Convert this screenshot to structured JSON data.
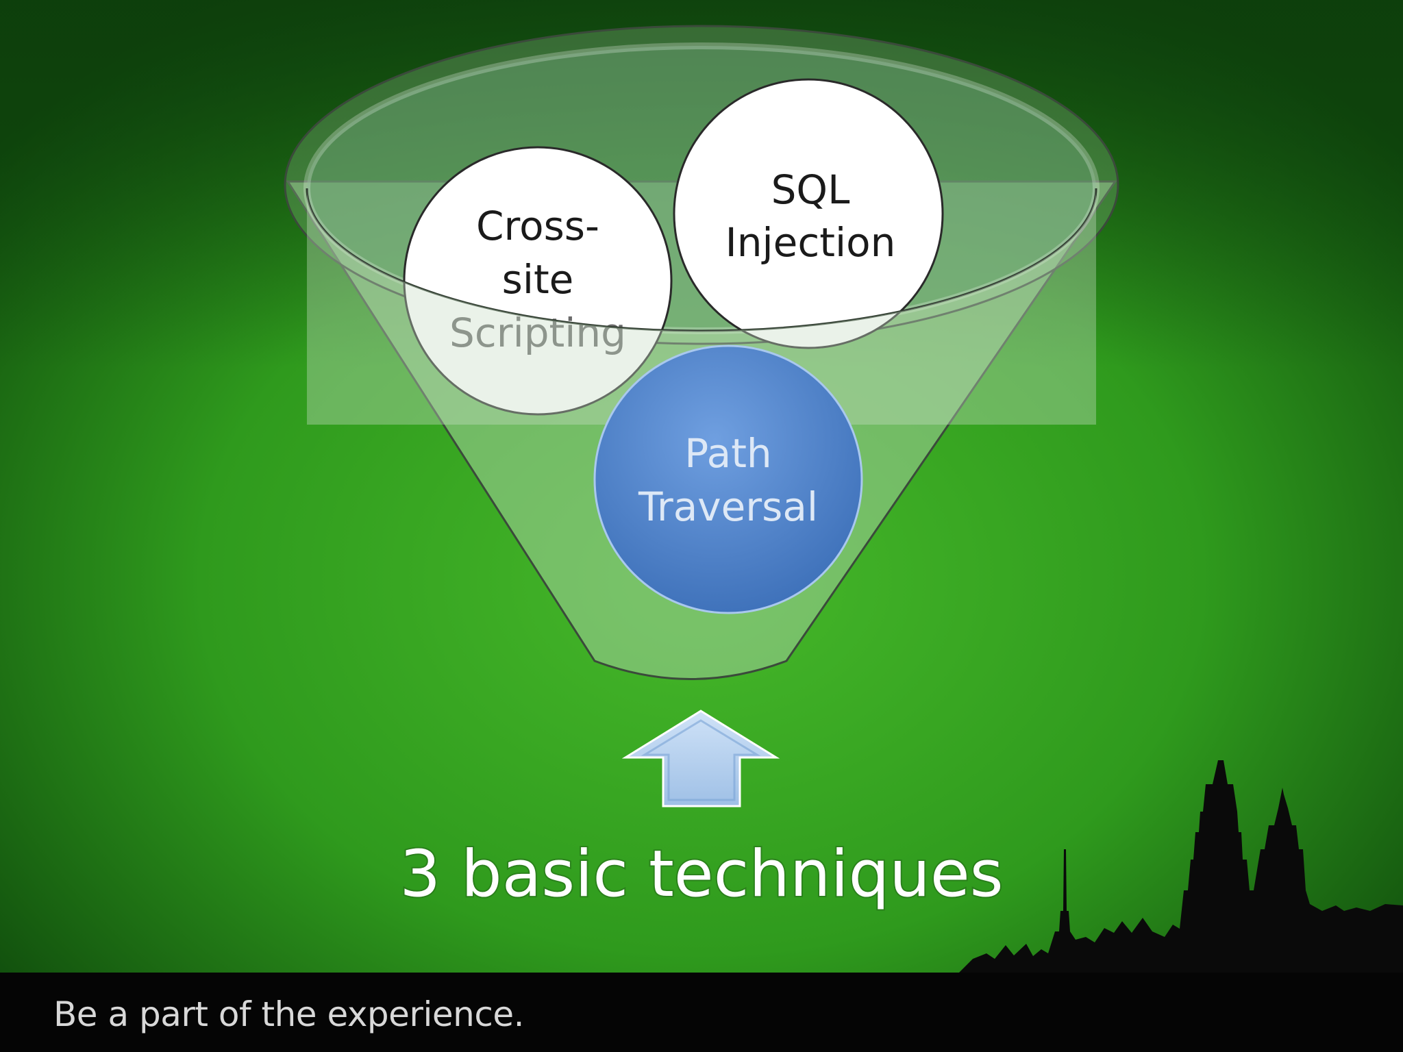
{
  "diagram": {
    "title": "3 basic techniques",
    "techniques": [
      {
        "id": "xss",
        "lines": [
          "Cross-",
          "site",
          "Scripting"
        ]
      },
      {
        "id": "sql",
        "lines": [
          "SQL",
          "Injection"
        ]
      },
      {
        "id": "path",
        "lines": [
          "Path",
          "Traversal"
        ]
      }
    ]
  },
  "footer": {
    "tagline": "Be a part of the experience."
  },
  "colors": {
    "background": "#39a523",
    "funnel": "#9cc59a",
    "circle_white": "#ffffff",
    "circle_blue": "#4f86cf",
    "arrow": "#b8d4f0",
    "footer_bar": "#050505"
  }
}
